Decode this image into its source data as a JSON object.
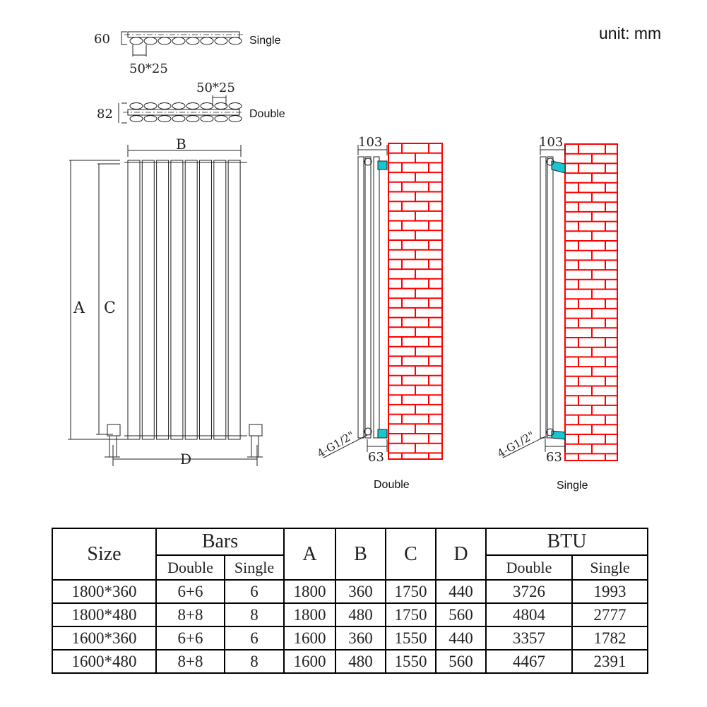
{
  "unit_label": "unit: mm",
  "top_views": {
    "single": {
      "label": "Single",
      "depth": "60",
      "bar": "50*25"
    },
    "double": {
      "label": "Double",
      "depth": "82",
      "bar": "50*25"
    }
  },
  "front_view": {
    "A": "A",
    "B": "B",
    "C": "C",
    "D": "D"
  },
  "side_views": [
    {
      "label": "Double",
      "width": "103",
      "offset": "63",
      "thread": "4-G1/2\""
    },
    {
      "label": "Single",
      "width": "103",
      "offset": "63",
      "thread": "4-G1/2\""
    }
  ],
  "colors": {
    "brick": "#ff0000",
    "bracket": "#19c5cf"
  },
  "table": {
    "size_header": "Size",
    "bars_header": "Bars",
    "btu_header": "BTU",
    "sub_double": "Double",
    "sub_single": "Single",
    "dims": [
      "A",
      "B",
      "C",
      "D"
    ],
    "rows": [
      [
        "1800*360",
        "6+6",
        "6",
        "1800",
        "360",
        "1750",
        "440",
        "3726",
        "1993"
      ],
      [
        "1800*480",
        "8+8",
        "8",
        "1800",
        "480",
        "1750",
        "560",
        "4804",
        "2777"
      ],
      [
        "1600*360",
        "6+6",
        "6",
        "1600",
        "360",
        "1550",
        "440",
        "3357",
        "1782"
      ],
      [
        "1600*480",
        "8+8",
        "8",
        "1600",
        "480",
        "1550",
        "560",
        "4467",
        "2391"
      ]
    ]
  }
}
